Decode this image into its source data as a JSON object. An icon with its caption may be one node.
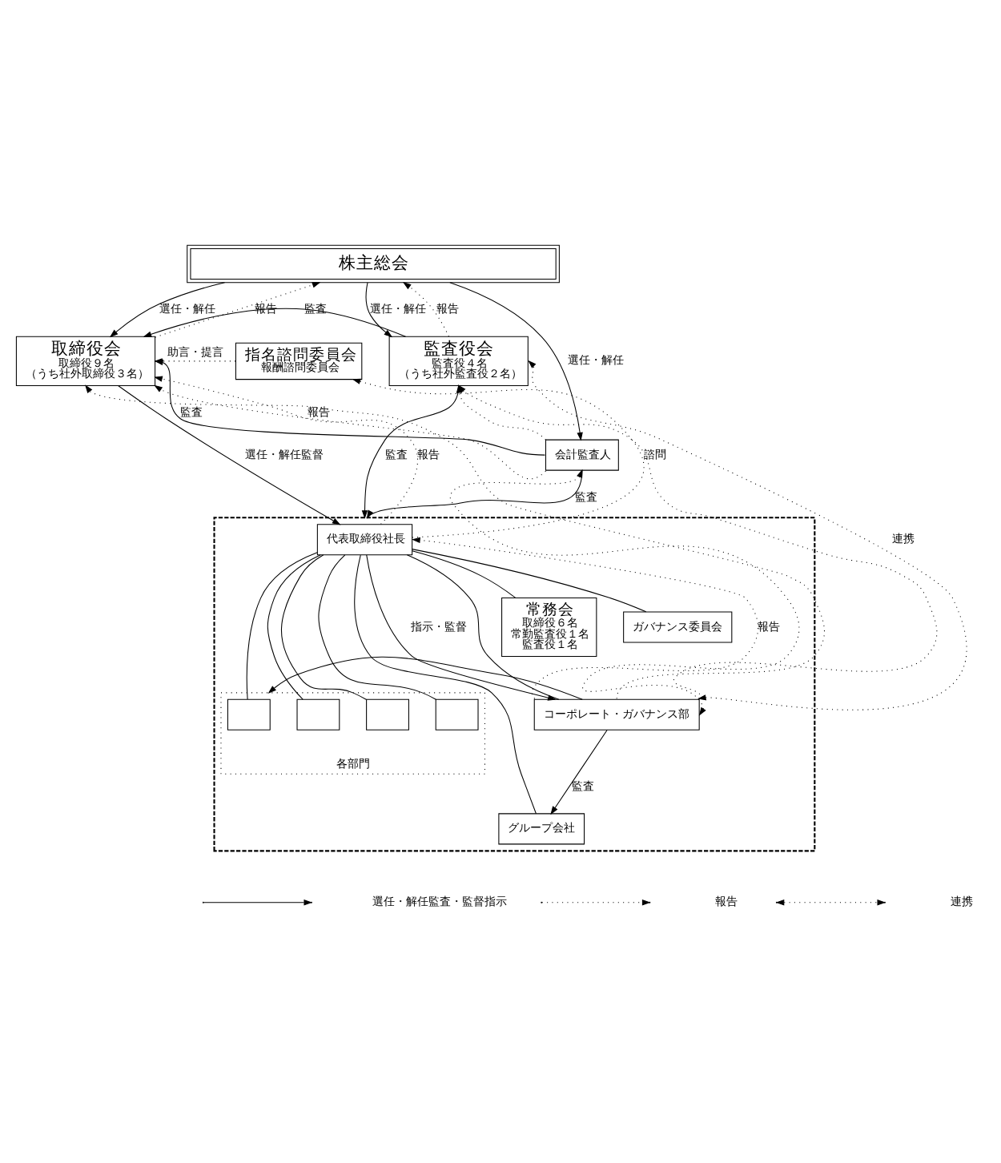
{
  "diagram": {
    "nodes": [
      {
        "text": [
          "株主総会"
        ]
      },
      {
        "text": [
          "取締役会",
          "取締役９名",
          "（うち社外取締役３名）"
        ]
      },
      {
        "text": [
          "監査役会",
          "監査役４名",
          "（うち社外監査役２名）"
        ]
      },
      {
        "text": [
          "会計監査人"
        ]
      },
      {
        "text": [
          "指名諮問委員会",
          "報酬諮問委員会"
        ]
      },
      {
        "text": [],
        "shape": "box"
      },
      {
        "text": [
          "代表取締役社長"
        ],
        "in": 5
      },
      {
        "text": [
          "常務会",
          "取締役６名",
          "常勤監査役１名",
          "監査役１名"
        ],
        "in": 5
      },
      {
        "text": [
          "ガバナンス委員会"
        ],
        "in": 5
      },
      {
        "text": [
          "各部門"
        ],
        "in": 5
      },
      {
        "text": [],
        "shape": "box",
        "in": 9
      },
      {
        "text": [],
        "shape": "box",
        "in": 9
      },
      {
        "text": [],
        "shape": "box",
        "in": 9
      },
      {
        "text": [],
        "shape": "box",
        "in": 9
      },
      {
        "text": [
          "グループ会社"
        ],
        "in": 5
      },
      {
        "text": [
          "コーポレート・ガバナンス部"
        ],
        "in": 5
      }
    ],
    "edges": [
      {
        "from": 0,
        "to": 1,
        "arrow": "to",
        "label": "選任・解任"
      },
      {
        "from": 1,
        "to": 0,
        "arrow": "to",
        "label": "報告",
        "style": "dashed"
      },
      {
        "from": 0,
        "to": 2,
        "arrow": "to",
        "label": "選任・解任"
      },
      {
        "from": 2,
        "to": 0,
        "arrow": "to",
        "label": "報告",
        "style": "dashed"
      },
      {
        "from": 0,
        "to": 3,
        "arrow": "to",
        "label": "選任・解任"
      },
      {
        "from": 2,
        "to": 1,
        "arrow": "to",
        "label": "監査"
      },
      {
        "from": 3,
        "to": 1,
        "arrow": "to",
        "label": "監査"
      },
      {
        "from": 3,
        "to": 1,
        "arrow": "to",
        "label": "報告",
        "style": "dashed"
      },
      {
        "from": 3,
        "to": 2,
        "arrow": "to",
        "style": "dashed"
      },
      {
        "from": 15,
        "to": 1,
        "arrow": "to",
        "style": "dashed"
      },
      {
        "from": 15,
        "to": 2,
        "arrow": "to",
        "style": "dashed"
      },
      {
        "from": 15,
        "to": 6,
        "arrow": "to",
        "label": "報告",
        "style": "dashed"
      },
      {
        "from": 2,
        "to": 5,
        "arrow": "to",
        "label": "監査"
      },
      {
        "from": 3,
        "to": 5,
        "arrow": "to",
        "label": "監査"
      },
      {
        "from": 1,
        "to": 6,
        "arrow": "to",
        "label": "選任・解任監督"
      },
      {
        "from": 6,
        "to": 1,
        "arrow": "to",
        "label": "報告",
        "style": "dashed"
      },
      {
        "from": 6,
        "to": 4,
        "arrow": "to",
        "label": "諮問",
        "style": "dashed"
      },
      {
        "from": 4,
        "to": 1,
        "arrow": "to",
        "label": "助言・提言",
        "style": "dashed"
      },
      {
        "from": 15,
        "to": 2,
        "arrow": "both",
        "label": "連携",
        "style": "dashed"
      },
      {
        "from": 15,
        "to": 3,
        "arrow": "both",
        "style": "dashed"
      },
      {
        "from": 6,
        "to": 15,
        "arrow": "to",
        "label": "指示・監督"
      },
      {
        "from": 6,
        "to": 7,
        "arrow": "none"
      },
      {
        "from": 6,
        "to": 8,
        "arrow": "none"
      },
      {
        "from": 6,
        "to": 14,
        "arrow": "none"
      },
      {
        "from": 6,
        "to": 10,
        "arrow": "none"
      },
      {
        "from": 6,
        "to": 11,
        "arrow": "none"
      },
      {
        "from": 6,
        "to": 12,
        "arrow": "none"
      },
      {
        "from": 6,
        "to": 13,
        "arrow": "none"
      },
      {
        "from": 6,
        "to": 15,
        "arrow": "none"
      },
      {
        "from": 15,
        "to": 14,
        "arrow": "to",
        "label": "監査"
      },
      {
        "from": 15,
        "to": 9,
        "arrow": "to"
      }
    ],
    "legend": [
      {
        "text": "選任・解任監査・監督指示"
      },
      {
        "text": "報告"
      },
      {
        "text": "連携"
      }
    ]
  }
}
